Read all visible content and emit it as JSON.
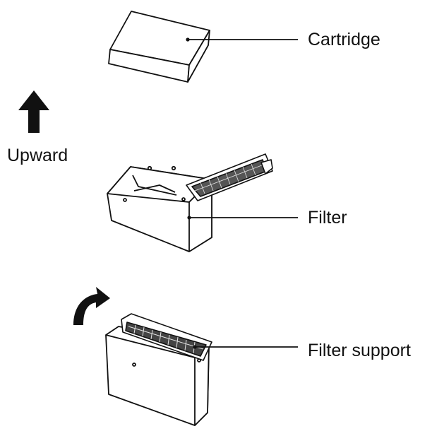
{
  "labels": {
    "cartridge": "Cartridge",
    "filter": "Filter",
    "filter_support": "Filter support",
    "upward": "Upward"
  },
  "icons": {
    "up_arrow": "arrow-up-icon",
    "curved_arrow": "curved-arrow-icon"
  },
  "colors": {
    "line": "#111111",
    "background": "#ffffff"
  }
}
